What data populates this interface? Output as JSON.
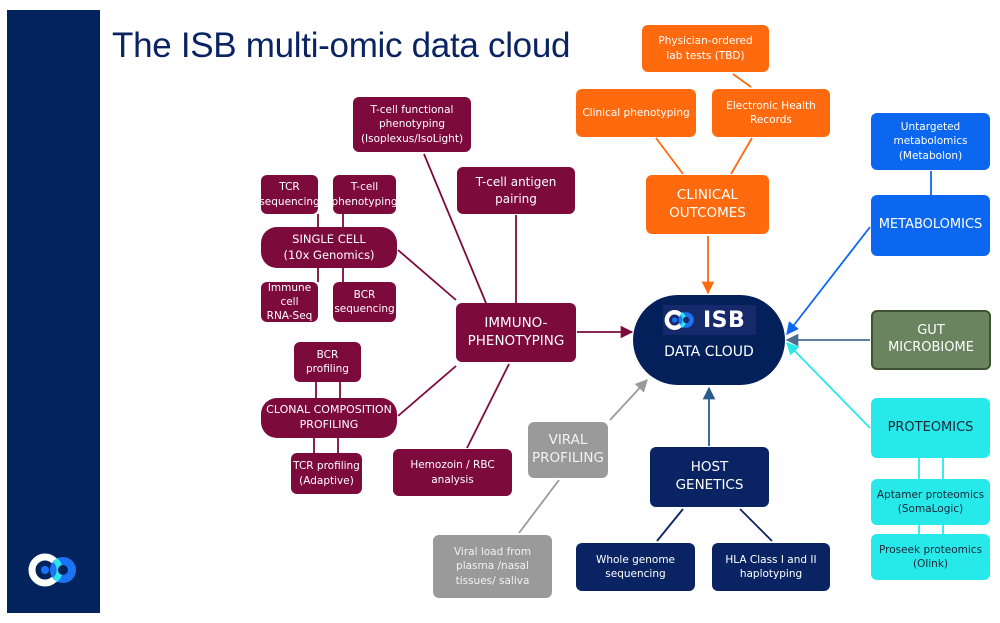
{
  "title": "The ISB multi-omic data cloud",
  "colors": {
    "immunophenotyping": "#7c0a3c",
    "clinical": "#ff6a0e",
    "metabolomics": "#0c67f0",
    "gut_microbiome": "#6b8460",
    "proteomics": "#27e9ea",
    "viral": "#9a9a9a",
    "host_genetics": "#0a2463",
    "data_cloud": "#03205a",
    "sidebar": "#03235e"
  },
  "center": {
    "logo_text": "ISB",
    "label": "DATA CLOUD"
  },
  "nodes": {
    "tcr_sequencing": "TCR\nsequencing",
    "tcell_phenotyping": "T-cell\nphenotyping",
    "single_cell": "SINGLE CELL\n(10x Genomics)",
    "immune_cell_rnaseq": "Immune cell\nRNA-Seq",
    "bcr_sequencing": "BCR\nsequencing",
    "tcell_functional": "T-cell functional\nphenotyping\n(Isoplexus/IsoLight)",
    "tcell_antigen": "T-cell antigen\npairing",
    "immunophenotyping": "IMMUNO-\nPHENOTYPING",
    "bcr_profiling": "BCR\nprofiling",
    "clonal_composition": "CLONAL COMPOSITION\nPROFILING",
    "tcr_profiling": "TCR profiling\n(Adaptive)",
    "hemozoin": "Hemozoin / RBC\nanalysis",
    "physician_tests": "Physician-ordered\nlab tests (TBD)",
    "clinical_phenotyping": "Clinical phenotyping",
    "ehr": "Electronic Health\nRecords",
    "clinical_outcomes": "CLINICAL\nOUTCOMES",
    "untargeted_metabolomics": "Untargeted\nmetabolomics\n(Metabolon)",
    "metabolomics": "METABOLOMICS",
    "gut_microbiome": "GUT\nMICROBIOME",
    "proteomics": "PROTEOMICS",
    "aptamer_proteomics": "Aptamer proteomics\n(SomaLogic)",
    "proseek_proteomics": "Proseek proteomics\n(Olink)",
    "viral_profiling": "VIRAL\nPROFILING",
    "viral_load": "Viral load from\nplasma /nasal\ntissues/ saliva",
    "host_genetics": "HOST\nGENETICS",
    "whole_genome": "Whole genome\nsequencing",
    "hla": "HLA Class I and II\nhaplotyping"
  }
}
